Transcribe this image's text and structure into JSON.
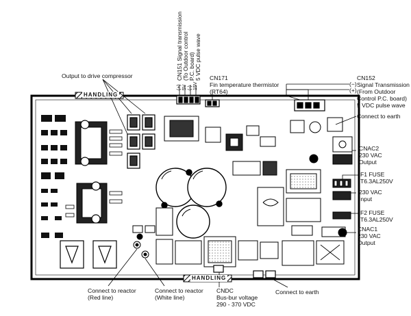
{
  "labels": {
    "output_compressor": "Output to drive compressor",
    "cn151": [
      "CN151 Signal transmission",
      "(To Outdoor control",
      "P.C. board)",
      "5 VDC pulse wave"
    ],
    "cn151_pins": [
      "(+)",
      "5V",
      "(-)",
      "15V"
    ],
    "cn171": [
      "CN171",
      "Fin temperature thermistor",
      "(RT64)"
    ],
    "cn152": [
      "CN152",
      "Signal Transmission",
      "(From Outdoor",
      "Control P.C. board)",
      "5 VDC pulse wave"
    ],
    "cn152_pins": [
      "(−)",
      "(+)"
    ],
    "connect_earth_top": "Connect to earth",
    "cnac2": [
      "CNAC2",
      "230 VAC",
      "Output"
    ],
    "f1": [
      "F1 FUSE",
      "T6.3AL250V"
    ],
    "input": [
      "230 VAC",
      "Input"
    ],
    "f2": [
      "F2 FUSE",
      "T6.3AL250V"
    ],
    "cnac1": [
      "CNAC1",
      "230 VAC",
      "Output"
    ],
    "reactor_red": [
      "Connect to reactor",
      "(Red line)"
    ],
    "reactor_white": [
      "Connect to reactor",
      "(White line)"
    ],
    "cndc": [
      "CNDC",
      "Bus-bur voltage",
      "290 - 370 VDC"
    ],
    "connect_earth_bottom": "Connect to earth",
    "handling_top": "HANDLING",
    "handling_bottom": "HANDLING"
  }
}
